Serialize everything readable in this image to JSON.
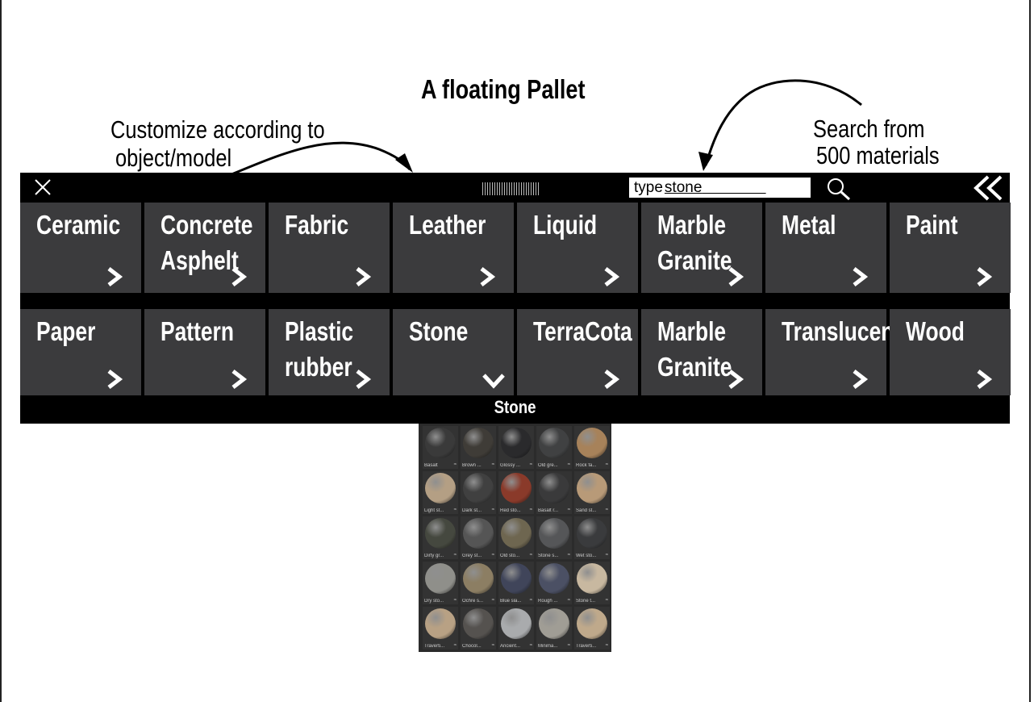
{
  "annotations": {
    "title": "A floating Pallet",
    "left_note": [
      "Customize according to",
      "object/model"
    ],
    "right_note": [
      "Search from",
      "500 materials"
    ]
  },
  "toolbar": {
    "search_prefix": "type",
    "search_value": "stone"
  },
  "categories_row1": [
    {
      "label": "Ceramic",
      "icon": "chevron-right"
    },
    {
      "label": "Concrete\nAsphelt",
      "icon": "chevron-right"
    },
    {
      "label": "Fabric",
      "icon": "chevron-right"
    },
    {
      "label": "Leather",
      "icon": "chevron-right"
    },
    {
      "label": "Liquid",
      "icon": "chevron-right"
    },
    {
      "label": "Marble\nGranite",
      "icon": "chevron-right"
    },
    {
      "label": "Metal",
      "icon": "chevron-right"
    },
    {
      "label": "Paint",
      "icon": "chevron-right"
    }
  ],
  "categories_row2": [
    {
      "label": "Paper",
      "icon": "chevron-right"
    },
    {
      "label": "Pattern",
      "icon": "chevron-right"
    },
    {
      "label": "Plastic\nrubber",
      "icon": "chevron-right"
    },
    {
      "label": "Stone",
      "icon": "chevron-down"
    },
    {
      "label": "TerraCota",
      "icon": "chevron-right"
    },
    {
      "label": "Marble\nGranite",
      "icon": "chevron-right"
    },
    {
      "label": "Translucent",
      "icon": "chevron-right"
    },
    {
      "label": "Wood",
      "icon": "chevron-right"
    }
  ],
  "selected_category": "Stone",
  "materials": [
    {
      "name": "Basalt",
      "color": "#3a3a3a"
    },
    {
      "name": "Brown ...",
      "color": "#3f3c37"
    },
    {
      "name": "Glossy ...",
      "color": "#2a2a2c"
    },
    {
      "name": "Old gre...",
      "color": "#404142"
    },
    {
      "name": "Rock fa...",
      "color": "#a7825a"
    },
    {
      "name": "Light st...",
      "color": "#b49f84"
    },
    {
      "name": "Dark st...",
      "color": "#404040"
    },
    {
      "name": "Red sto...",
      "color": "#8a3a2a"
    },
    {
      "name": "Basalt r...",
      "color": "#3a3a3b"
    },
    {
      "name": "Sand st...",
      "color": "#b89a78"
    },
    {
      "name": "Dirty gr...",
      "color": "#45483f"
    },
    {
      "name": "Grey st...",
      "color": "#555555"
    },
    {
      "name": "Old sto...",
      "color": "#6e6650"
    },
    {
      "name": "Stone s...",
      "color": "#555658"
    },
    {
      "name": "Wet sto...",
      "color": "#3a3b3d"
    },
    {
      "name": "Dry sto...",
      "color": "#8f8f8a"
    },
    {
      "name": "Ochre s...",
      "color": "#8c7e63"
    },
    {
      "name": "Blue sla...",
      "color": "#40455a"
    },
    {
      "name": "Rough ...",
      "color": "#4b5064"
    },
    {
      "name": "Stone t...",
      "color": "#c8b8a0"
    },
    {
      "name": "Traverti...",
      "color": "#b8a184"
    },
    {
      "name": "Chocol...",
      "color": "#55524f"
    },
    {
      "name": "Ancient...",
      "color": "#a9abad"
    },
    {
      "name": "Minima...",
      "color": "#a09d95"
    },
    {
      "name": "Traverti...",
      "color": "#bfa98b"
    }
  ]
}
